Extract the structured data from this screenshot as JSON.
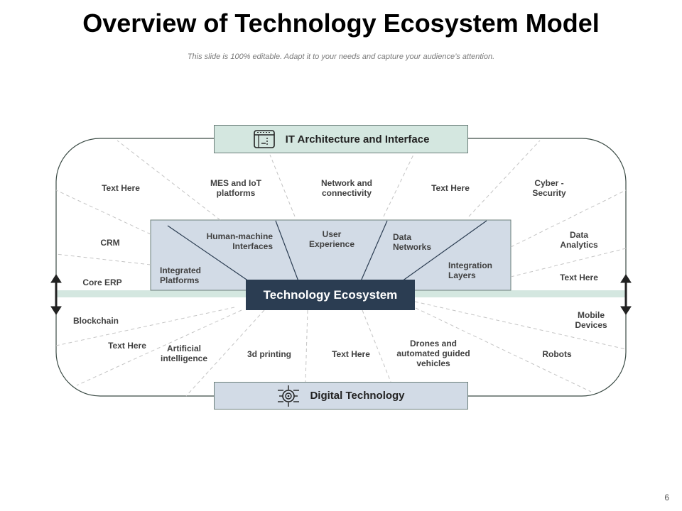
{
  "header": {
    "title": "Overview of Technology Ecosystem Model",
    "subtitle": "This slide is 100% editable. Adapt it to your needs and capture your audience’s attention."
  },
  "diagram": {
    "top_box": {
      "label": "IT Architecture and Interface",
      "icon": "window-grid-icon"
    },
    "bottom_box": {
      "label": "Digital Technology",
      "icon": "chip-circuit-icon"
    },
    "center_box": {
      "label": "Technology Ecosystem"
    },
    "inner_items": [
      "Human-machine Interfaces",
      "User Experience",
      "Data Networks",
      "Integrated Platforms",
      "Integration Layers"
    ],
    "outer_items": [
      "Text Here",
      "MES and IoT platforms",
      "Network and connectivity",
      "Text Here",
      "Cyber - Security",
      "CRM",
      "Data Analytics",
      "Core ERP",
      "Text Here",
      "Blockchain",
      "Mobile Devices",
      "Text Here",
      "Artificial intelligence",
      "3d printing",
      "Text Here",
      "Drones and automated guided vehicles",
      "Robots"
    ],
    "colors": {
      "band": "#d4e7e0",
      "inner_panel": "#d2dbe6",
      "center_box": "#2b3d52",
      "outline": "#3a4a44"
    }
  },
  "footer": {
    "page_number": "6"
  }
}
